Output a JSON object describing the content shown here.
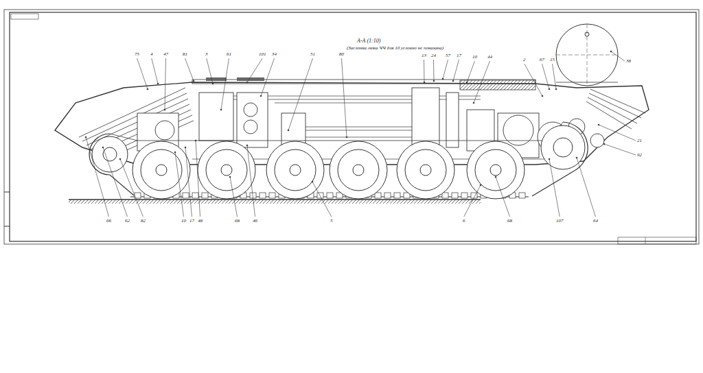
{
  "diagram": {
    "title": "А-А (1:10)",
    "labels": [
      "(Заслонка люка ЧЧ для 10 условно не показана)",
      "75",
      "4",
      "47",
      "81",
      "3",
      "61",
      "101",
      "34",
      "51",
      "80",
      "13",
      "24",
      "57",
      "17",
      "10",
      "44",
      "2",
      "67",
      "15",
      "38",
      "21",
      "92",
      "66",
      "62",
      "82",
      "10",
      "17",
      "48",
      "68",
      "46",
      "5",
      "6",
      "68",
      "107",
      "64"
    ]
  }
}
